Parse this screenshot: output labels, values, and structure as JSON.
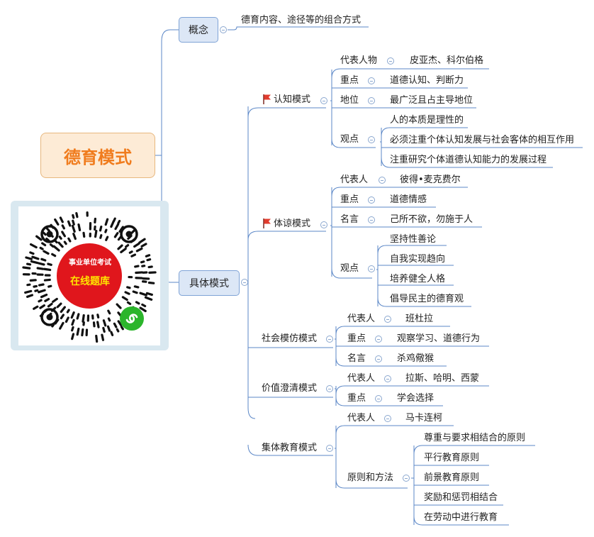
{
  "root": {
    "label": "德育模式"
  },
  "concept": {
    "label": "概念",
    "definition": "德育内容、途径等的组合方式"
  },
  "specific": {
    "label": "具体模式",
    "cognitive": {
      "label": "认知模式",
      "rep_label": "代表人物",
      "rep_value": "皮亚杰、科尔伯格",
      "focus_label": "重点",
      "focus_value": "道德认知、判断力",
      "status_label": "地位",
      "status_value": "最广泛且占主导地位",
      "view_label": "观点",
      "views": [
        "人的本质是理性的",
        "必须注重个体认知发展与社会客体的相互作用",
        "注重研究个体道德认知能力的发展过程"
      ]
    },
    "empathy": {
      "label": "体谅模式",
      "rep_label": "代表人",
      "rep_value": "彼得•麦克费尔",
      "focus_label": "重点",
      "focus_value": "道德情感",
      "quote_label": "名言",
      "quote_value": "己所不欲，勿施于人",
      "view_label": "观点",
      "views": [
        "坚持性善论",
        "自我实现趋向",
        "培养健全人格",
        "倡导民主的德育观"
      ]
    },
    "social": {
      "label": "社会模仿模式",
      "rep_label": "代表人",
      "rep_value": "班杜拉",
      "focus_label": "重点",
      "focus_value": "观察学习、道德行为",
      "quote_label": "名言",
      "quote_value": "杀鸡儆猴"
    },
    "values": {
      "label": "价值澄清模式",
      "rep_label": "代表人",
      "rep_value": "拉斯、哈明、西蒙",
      "focus_label": "重点",
      "focus_value": "学会选择"
    },
    "collective": {
      "label": "集体教育模式",
      "rep_label": "代表人",
      "rep_value": "马卡连柯",
      "method_label": "原则和方法",
      "methods": [
        "尊重与要求相结合的原则",
        "平行教育原则",
        "前景教育原则",
        "奖励和惩罚相结合",
        "在劳动中进行教育"
      ]
    }
  },
  "qr": {
    "line1": "事业单位考试",
    "line2": "在线题库"
  },
  "colors": {
    "line": "#5b87c7",
    "root_text": "#f07c1e",
    "root_bg": "#fdebd6",
    "node_bg": "#dce7f6",
    "flag": "#e23c2e",
    "qr_red": "#e0161c",
    "qr_yellow": "#ffe400",
    "wechat_green": "#2bb52b"
  }
}
